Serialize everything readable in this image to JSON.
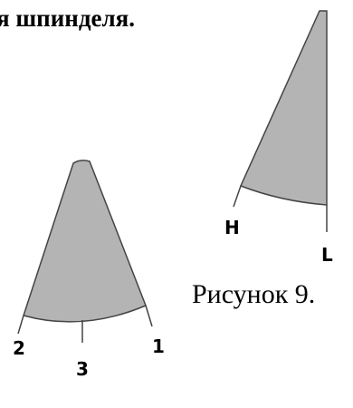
{
  "heading_fragment": "я шпинделя.",
  "figure_caption": "Рисунок 9.",
  "right_figure": {
    "label_h": "H",
    "label_l": "L"
  },
  "left_figure": {
    "label_1": "1",
    "label_2": "2",
    "label_3": "3"
  },
  "colors": {
    "fill": "#b4b4b4",
    "stroke": "#444444",
    "text": "#000000",
    "background": "#ffffff"
  }
}
